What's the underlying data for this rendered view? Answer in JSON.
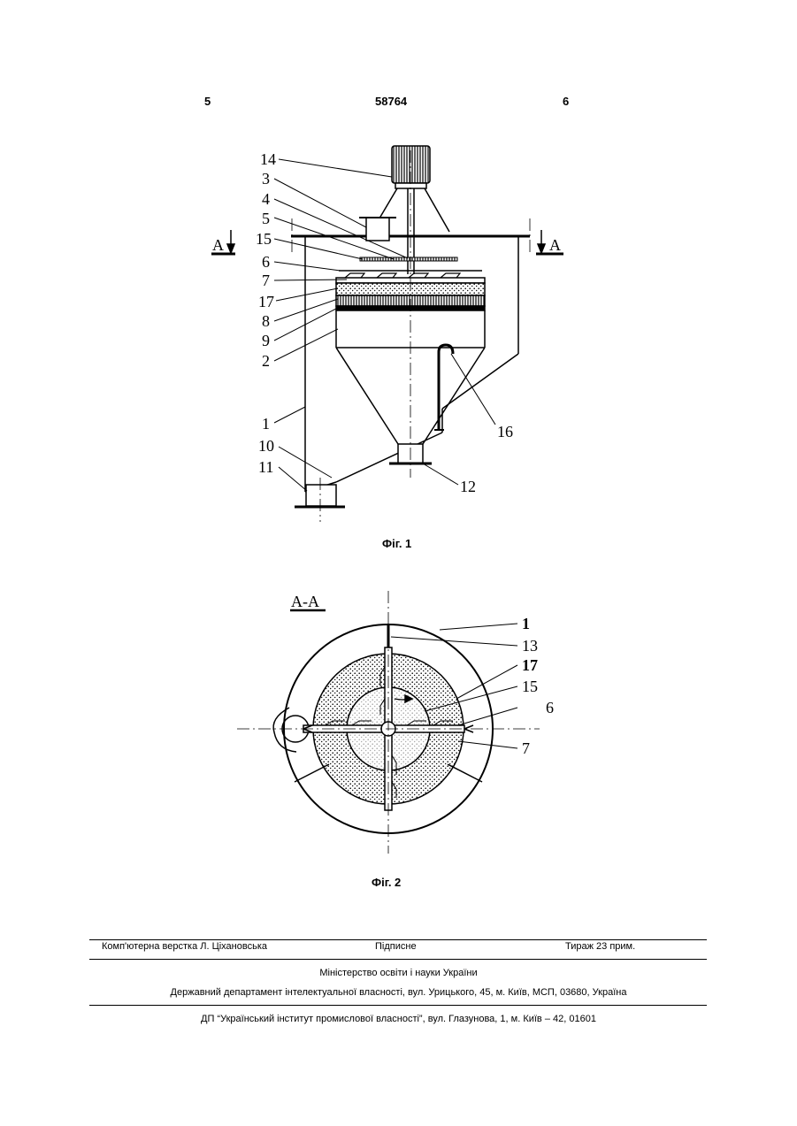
{
  "header": {
    "left_page": "5",
    "patent_number": "58764",
    "right_page": "6"
  },
  "fig1": {
    "caption": "Фіг. 1",
    "section_mark": "А",
    "labels": [
      "14",
      "3",
      "4",
      "5",
      "15",
      "6",
      "7",
      "17",
      "8",
      "9",
      "2",
      "1",
      "10",
      "11",
      "16",
      "12"
    ]
  },
  "fig2": {
    "caption": "Фіг. 2",
    "section_title": "А-А",
    "labels": [
      "1",
      "13",
      "17",
      "15",
      "6",
      "7"
    ]
  },
  "footer": {
    "typesetter": "Комп'ютерна верстка Л. Ціхановська",
    "signed": "Підписне",
    "circulation": "Тираж 23 прим.",
    "ministry": "Міністерство освіти і науки України",
    "department": "Державний департамент інтелектуальної власності, вул. Урицького, 45, м. Київ, МСП, 03680, Україна",
    "institute": "ДП “Український інститут промислової власності”, вул. Глазунова, 1, м. Київ – 42, 01601"
  }
}
